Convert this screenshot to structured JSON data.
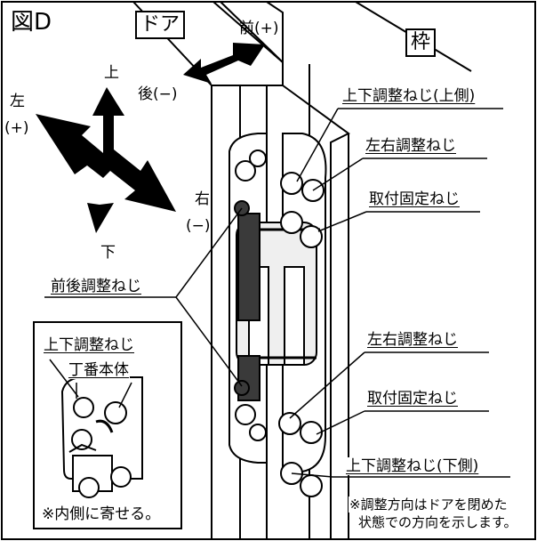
{
  "figure_label": "図D",
  "door_label": "ドア",
  "frame_label": "枠",
  "direction_labels": {
    "forward": "前(+)",
    "backward": "後(−)",
    "up": "上",
    "down": "下",
    "left": "左",
    "left_sign": "(+)",
    "right": "右",
    "right_sign": "(−)"
  },
  "callouts": {
    "vertical_screw_top": "上下調整ねじ(上側)",
    "lateral_screw_top": "左右調整ねじ",
    "fixing_screw_top": "取付固定ねじ",
    "depth_screw": "前後調整ねじ",
    "lateral_screw_bottom": "左右調整ねじ",
    "fixing_screw_bottom": "取付固定ねじ",
    "vertical_screw_bottom": "上下調整ねじ(下側)"
  },
  "inset": {
    "vertical_screw": "上下調整ねじ",
    "hinge_body": "丁番本体",
    "note": "※内側に寄せる。"
  },
  "note_lines": [
    "※調整方向はドアを閉めた",
    "状態での方向を示します。"
  ],
  "colors": {
    "line": "#000000",
    "fill": "#ffffff",
    "hinge_dark": "#3a3a3a"
  }
}
